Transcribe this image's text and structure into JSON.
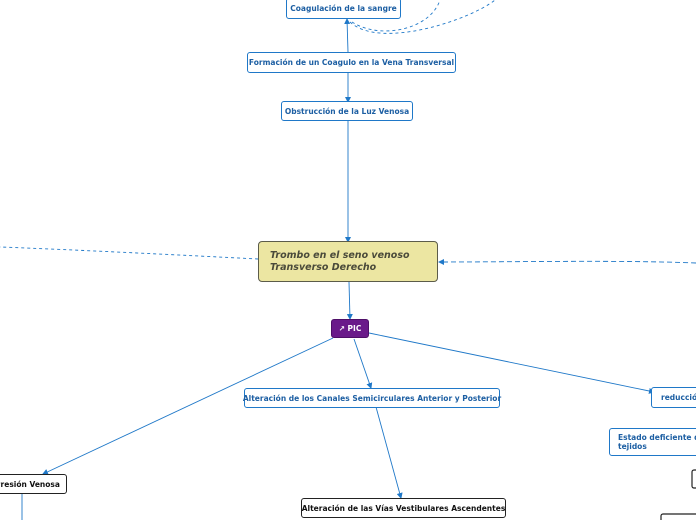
{
  "nodes": {
    "coagulacion": "Coagulación de la sangre",
    "formacion": "Formación de un Coagulo en la Vena Transversal",
    "obstruccion": "Obstrucción de la Luz Venosa",
    "central": "Trombo en el seno venoso Transverso Derecho",
    "pic": "↗ PIC",
    "canales": "Alteración de los Canales Semicirculares Anterior y Posterior",
    "reduccion": "reducción",
    "estado": "Estado deficiente de tejidos",
    "presion": "Presión Venosa",
    "vias": "Alteración de las Vías Vestibulares Ascendentes"
  },
  "colors": {
    "connector": "#1f78c8",
    "central_fill": "#ece6a2",
    "pic_fill": "#6a1a8a",
    "black_border": "#222222"
  }
}
